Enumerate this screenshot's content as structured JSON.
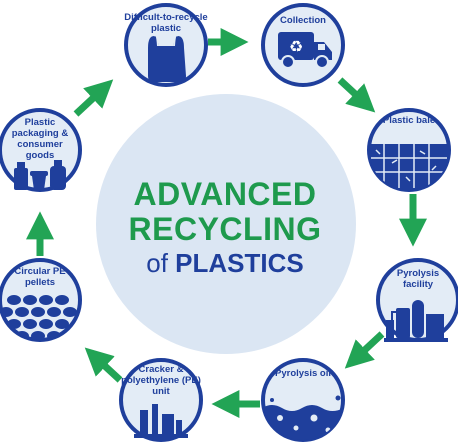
{
  "title": {
    "line1": "ADVANCED",
    "line2": "RECYCLING",
    "line3_of": "of",
    "line3_main": "PLASTICS"
  },
  "nodes": [
    {
      "id": "difficult",
      "label": "Difficult-to-recycle plastic",
      "icon": "plastic-bag-icon"
    },
    {
      "id": "collection",
      "label": "Collection",
      "icon": "recycling-truck-icon"
    },
    {
      "id": "bale",
      "label": "Plastic bale",
      "icon": "plastic-bale-icon"
    },
    {
      "id": "pyrolysis-facility",
      "label": "Pyrolysis facility",
      "icon": "pyrolysis-facility-icon"
    },
    {
      "id": "pyrolysis-oil",
      "label": "Pyrolysis oil",
      "icon": "oil-icon"
    },
    {
      "id": "cracker",
      "label": "Cracker & polyethylene (PE) unit",
      "icon": "cracker-unit-icon"
    },
    {
      "id": "pellets",
      "label": "Circular PE pellets",
      "icon": "pellets-icon"
    },
    {
      "id": "packaging",
      "label": "Plastic packaging & consumer goods",
      "icon": "consumer-goods-icon"
    }
  ],
  "colors": {
    "navy": "#1f3f9c",
    "green": "#1e9a4d",
    "arrow": "#22a455",
    "center": "#dbe6f3",
    "node_fill": "#e3ecf6"
  }
}
